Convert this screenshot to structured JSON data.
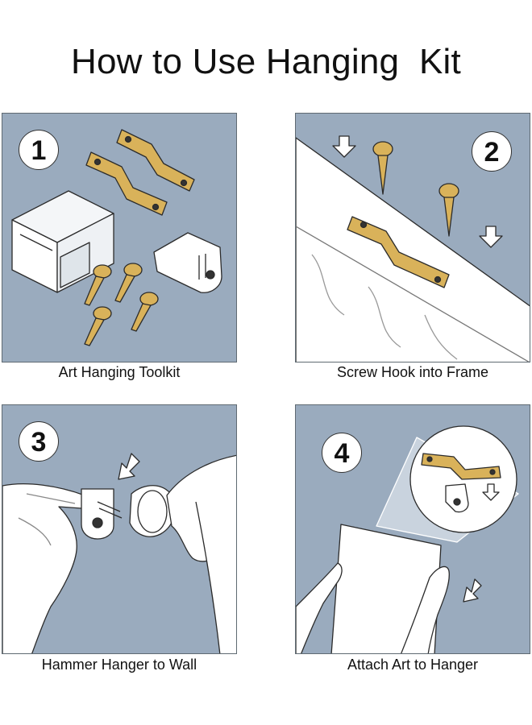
{
  "title": "How to Use Hanging  Kit",
  "steps": [
    {
      "number": "1",
      "caption": "Art Hanging Toolkit"
    },
    {
      "number": "2",
      "caption": "Screw Hook into Frame"
    },
    {
      "number": "3",
      "caption": "Hammer Hanger to Wall"
    },
    {
      "number": "4",
      "caption": "Attach Art to Hanger"
    }
  ],
  "colors": {
    "panel_background": "#9aabbe",
    "hardware_gold": "#d9b25a",
    "outline": "#2b2b2b",
    "frame_white": "#ffffff"
  }
}
